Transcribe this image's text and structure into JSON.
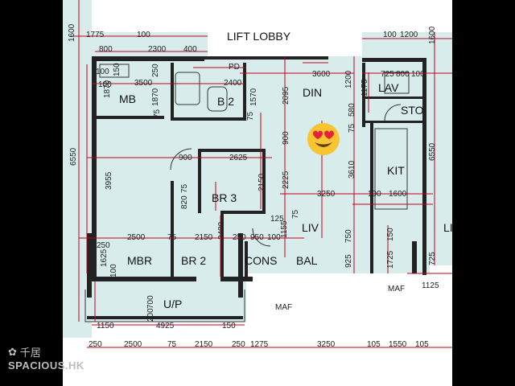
{
  "rooms": {
    "lift_lobby": "LIFT LOBBY",
    "pd": "PD",
    "mb": "MB",
    "b2": "B 2",
    "din": "DIN",
    "lav": "LAV",
    "sto": "STO",
    "kit": "KIT",
    "br3": "BR 3",
    "liv": "LIV",
    "mbr": "MBR",
    "br2": "BR 2",
    "cons": "CONS",
    "bal": "BAL",
    "up": "U/P",
    "maf_left": "MAF",
    "maf_right": "MAF",
    "li_edge": "LI"
  },
  "dims": {
    "d1775": "1775",
    "d100a": "100",
    "d1600l": "1600",
    "d800": "800",
    "d2300": "2300",
    "d400": "400",
    "d150a": "150",
    "d100b": "100",
    "d3500": "3500",
    "d250a": "250",
    "d1870a": "1870",
    "d1870b": "1870",
    "d100c": "100",
    "d2400": "2400",
    "d1570": "1570",
    "d75a": "75",
    "d75b": "75",
    "d3600": "3600",
    "d2095": "2095",
    "d1200a": "1200",
    "d100d": "100",
    "d1200b": "1200",
    "d1600r": "1600",
    "d725": "725",
    "d800b": "800",
    "d100e": "100",
    "d1175": "1175",
    "d580": "580",
    "d75c": "75",
    "d6550l": "6550",
    "d6550r": "6550",
    "d900a": "900",
    "d2625": "2625",
    "d900b": "900",
    "d3955": "3955",
    "d2150a": "2150",
    "d2225": "2225",
    "d3610": "3610",
    "d3250a": "3250",
    "d100f": "100",
    "d1600b": "1600",
    "d820": "820",
    "d75d": "75",
    "d2480": "2480",
    "d125": "125",
    "d1155": "1155",
    "d75e": "75",
    "d2500a": "2500",
    "d75f": "75",
    "d2150b": "2150",
    "d250b": "250",
    "d950": "950",
    "d100g": "100",
    "d750": "750",
    "d150b": "150",
    "d250c": "250",
    "d1625": "1625",
    "d100h": "100",
    "d925": "925",
    "d1725": "1725",
    "d725b": "725",
    "d1125": "1125",
    "d700": "700",
    "d200": "200",
    "d1150": "1150",
    "d4925": "4925",
    "d150c": "150",
    "b250": "250",
    "b2500": "2500",
    "b75": "75",
    "b2150": "2150",
    "b250b": "250",
    "b1275": "1275",
    "b3250": "3250",
    "b105": "105",
    "b1550": "1550",
    "b105b": "105"
  },
  "watermark": {
    "top": "千居",
    "bottom": "SPACIOUS.HK"
  },
  "colors": {
    "floor": "#d8ecec",
    "dimension": "#c4001a",
    "wall": "#222222"
  }
}
